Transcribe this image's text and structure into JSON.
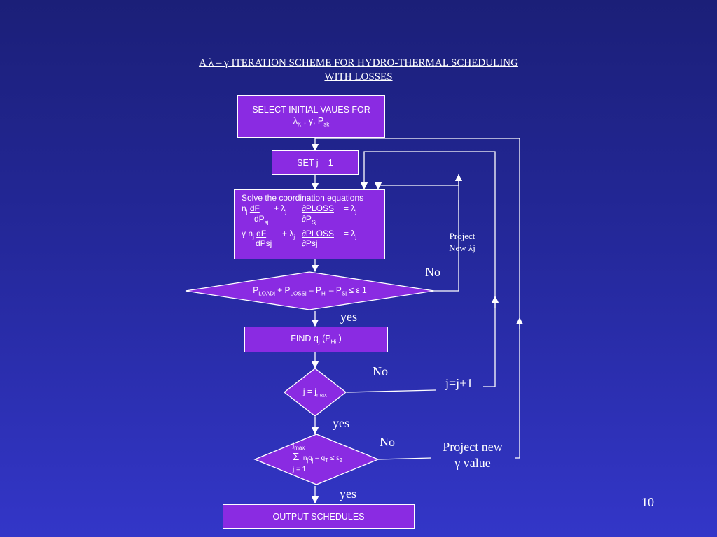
{
  "title_line1": "A λ – γ ITERATION SCHEME FOR HYDRO-THERMAL SCHEDULING",
  "title_line2": "WITH LOSSES",
  "init_box": {
    "line1": "SELECT INITIAL VAUES FOR",
    "lambda": "λ",
    "sub_k": "K",
    "mid": " , γ, P",
    "sub_sk": "sk"
  },
  "set_box": "SET j = 1",
  "solve_box": {
    "heading": "Solve the coordination equations",
    "eq1_n": "n",
    "eq1_sub_j": "j",
    "eq1_dF": "dF",
    "eq1_plus": "+ λ",
    "eq1_sub_j2": "j",
    "eq1_dploss": "∂PLOSS",
    "eq1_eq": "= λ",
    "eq1_sub_j3": "j",
    "eq1_dP": "dP",
    "eq1_sub_sj": "sj",
    "eq1_partialP": "∂P",
    "eq1_sub_Sj": "Sj",
    "eq2_gamma": "γ n",
    "eq2_sub_j": "j",
    "eq2_dF": "dF",
    "eq2_plus": "+ λ",
    "eq2_sub_j2": "j",
    "eq2_dploss": "∂PLOSS",
    "eq2_eq": "= λ",
    "eq2_sub_j3": "j",
    "eq2_dPsj": "dPsj",
    "eq2_partialPsj": "∂Psj"
  },
  "diamond1": {
    "p": "P",
    "sub_load": "LOADj",
    "plus": " + P",
    "sub_loss": "LOSSj",
    "minus1": " – P",
    "sub_hj": "Hj",
    "minus2": " – P",
    "sub_sj": "Sj",
    "tail": " ≤ ε 1"
  },
  "find_box": {
    "text": "FIND q",
    "sub_j": "j",
    "mid": " (P",
    "sub_hi": "Hi",
    "end": " )"
  },
  "diamond2": {
    "text": "j = j",
    "sub": "max"
  },
  "diamond3": {
    "top": "j",
    "top_sub": "max",
    "sigma": "Σ",
    "expr_n": "n",
    "expr_sub1": "j",
    "expr_q": "q",
    "expr_sub2": "j",
    "expr_mid": " – q",
    "expr_sub3": "T",
    "expr_le": " ≤ ε",
    "expr_sub4": "2",
    "bottom": "j = 1"
  },
  "output_box": "OUTPUT SCHEDULES",
  "labels": {
    "no1": "No",
    "yes1": "yes",
    "no2": "No",
    "yes2": "yes",
    "no3": "No",
    "yes3": "yes",
    "project_lambda_1": "Project",
    "project_lambda_2": "New λj",
    "jj1": "j=j+1",
    "project_gamma_1": "Project new",
    "project_gamma_2": "γ value"
  },
  "page_number": "10",
  "colors": {
    "box_fill": "#8a2be2",
    "line": "#ffffff"
  }
}
